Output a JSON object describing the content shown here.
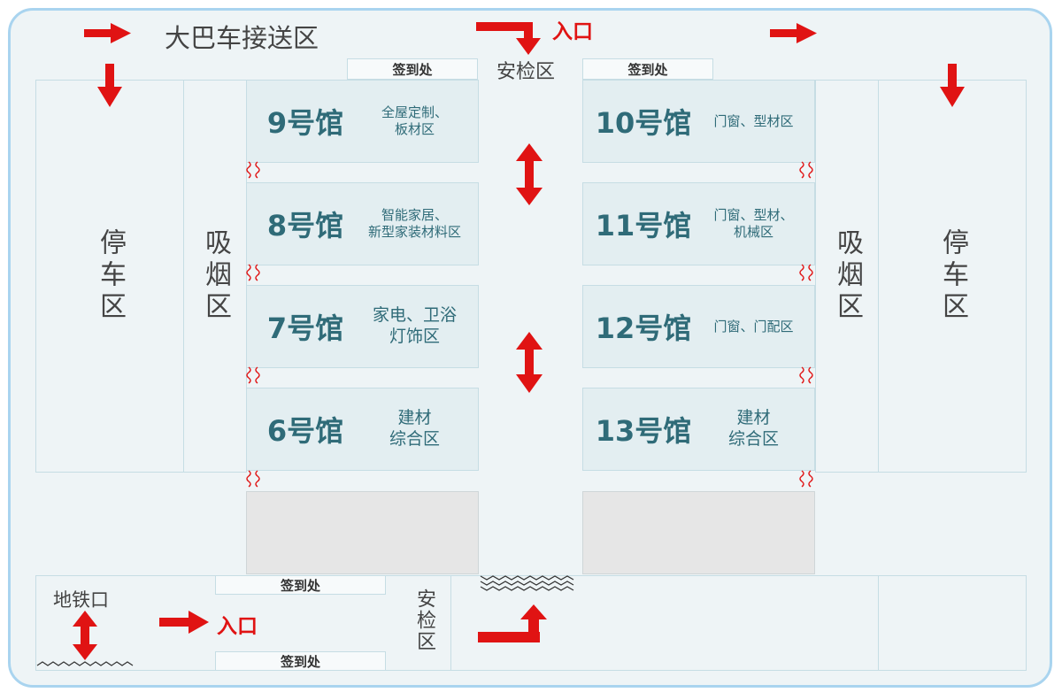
{
  "labels": {
    "bus_area": "大巴车接送区",
    "entrance": "入口",
    "security": "安检区",
    "sign_in": "签到处",
    "parking": "停车区",
    "smoking": "吸烟区",
    "metro": "地铁口"
  },
  "halls": {
    "h9": {
      "name": "9号馆",
      "desc": "全屋定制、\n板材区"
    },
    "h8": {
      "name": "8号馆",
      "desc": "智能家居、\n新型家装材料区"
    },
    "h7": {
      "name": "7号馆",
      "desc": "家电、卫浴\n灯饰区"
    },
    "h6": {
      "name": "6号馆",
      "desc": "建材\n综合区"
    },
    "h10": {
      "name": "10号馆",
      "desc": "门窗、型材区"
    },
    "h11": {
      "name": "11号馆",
      "desc": "门窗、型材、\n机械区"
    },
    "h12": {
      "name": "12号馆",
      "desc": "门窗、门配区"
    },
    "h13": {
      "name": "13号馆",
      "desc": "建材\n综合区"
    }
  },
  "colors": {
    "arrow": "#e01313",
    "hall_text": "#2f6b78",
    "frame": "#a9d4ef"
  }
}
